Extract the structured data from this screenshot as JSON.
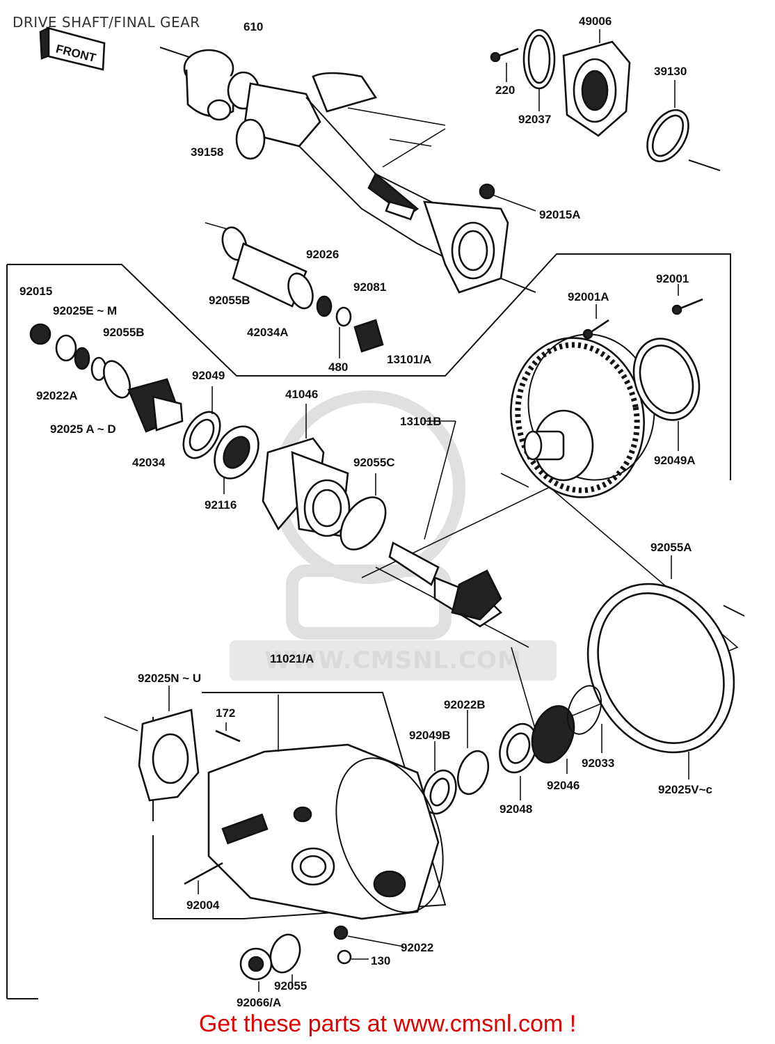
{
  "title": "DRIVE SHAFT/FINAL GEAR",
  "front_label": "FRONT",
  "watermark": "WWW.CMSNL.COM",
  "footer": "Get these parts at www.cmsnl.com !",
  "part_labels": {
    "p610": "610",
    "p39158": "39158",
    "p220": "220",
    "p49006": "49006",
    "p92037": "92037",
    "p39130": "39130",
    "p92015A": "92015A",
    "p92026": "92026",
    "p92055B_top": "92055B",
    "p42034A": "42034A",
    "p92081": "92081",
    "p480": "480",
    "p13101A": "13101/A",
    "p92015": "92015",
    "p92025EM": "92025E ~ M",
    "p92055B": "92055B",
    "p92022A": "92022A",
    "p92025AD": "92025  A ~ D",
    "p42034": "42034",
    "p92049": "92049",
    "p92116": "92116",
    "p41046": "41046",
    "p92055C": "92055C",
    "p13101B": "13101B",
    "p92001A": "92001A",
    "p92001": "92001",
    "p92049A": "92049A",
    "p92055A": "92055A",
    "p92025NU": "92025N ~ U",
    "p11021A": "11021/A",
    "p172": "172",
    "p92022B": "92022B",
    "p92049B": "92049B",
    "p92048": "92048",
    "p92046": "92046",
    "p92033": "92033",
    "p92025Vc": "92025V~c",
    "p92004": "92004",
    "p92022": "92022",
    "p130": "130",
    "p92055": "92055",
    "p92066A": "92066/A"
  },
  "colors": {
    "footer": "#e10000",
    "ink": "#111111",
    "watermark": "#d6d6d6"
  }
}
